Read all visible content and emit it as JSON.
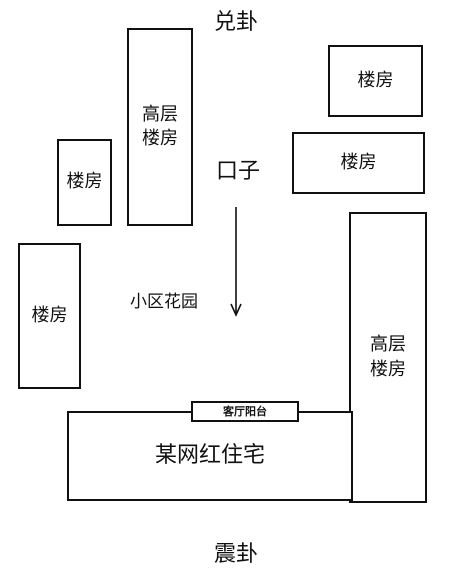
{
  "labels": {
    "top_direction": "兑卦",
    "bottom_direction": "震卦",
    "entrance": "口子",
    "garden": "小区花园"
  },
  "buildings": {
    "tall_left": "高层\n楼房",
    "small_left": "楼房",
    "left": "楼房",
    "top_right": "楼房",
    "mid_right": "楼房",
    "tall_right": "高层\n楼房",
    "main": "某网红住宅",
    "balcony": "客厅阳台"
  },
  "colors": {
    "stroke": "#111111",
    "background": "#ffffff"
  },
  "icons": {
    "flow_arrow": "down-arrow-icon"
  }
}
